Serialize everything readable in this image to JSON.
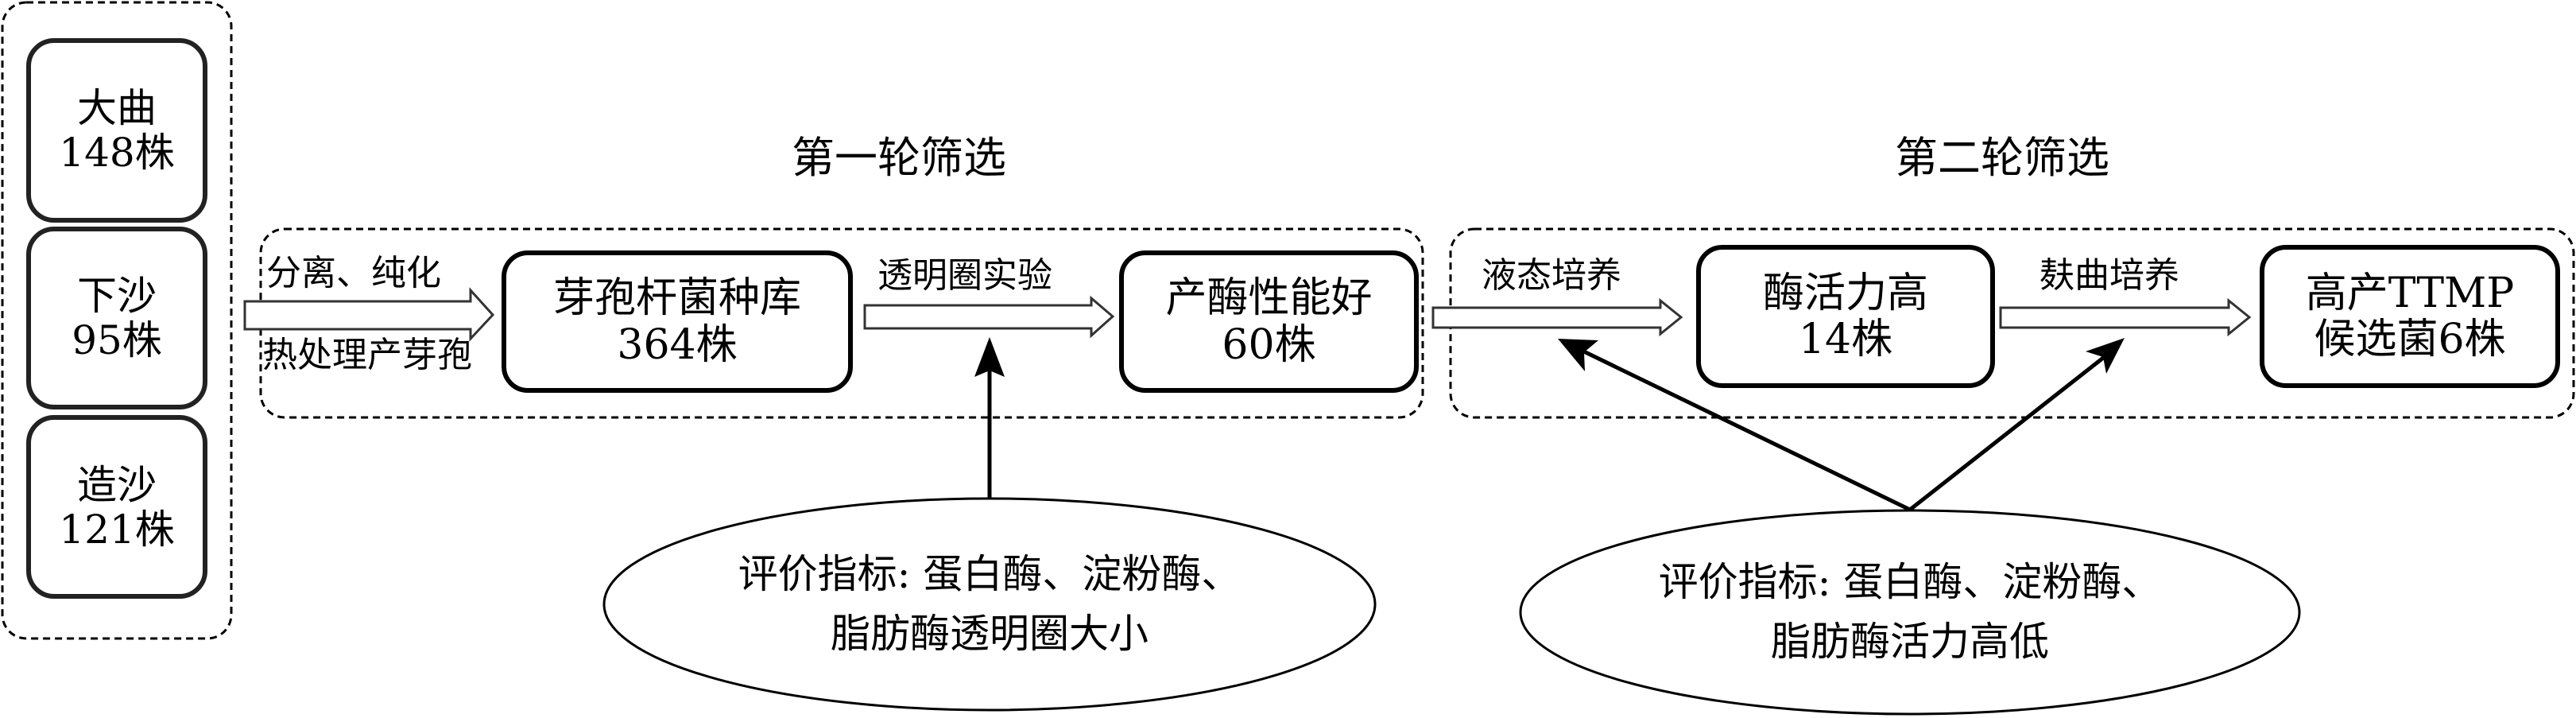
{
  "diagram": {
    "sources": [
      {
        "name": "大曲",
        "count": "148株"
      },
      {
        "name": "下沙",
        "count": "95株"
      },
      {
        "name": "造沙",
        "count": "121株"
      }
    ],
    "stages": [
      {
        "title": "第一轮筛选"
      },
      {
        "title": "第二轮筛选"
      }
    ],
    "edges": [
      {
        "top": "分离、纯化",
        "bottom": "热处理产芽孢"
      },
      {
        "top": "透明圈实验"
      },
      {
        "top": "液态培养"
      },
      {
        "top": "麸曲培养"
      }
    ],
    "nodes": [
      {
        "line1": "芽孢杆菌种库",
        "line2": "364株"
      },
      {
        "line1": "产酶性能好",
        "line2": "60株"
      },
      {
        "line1": "酶活力高",
        "line2": "14株"
      },
      {
        "line1": "高产TTMP",
        "line2": "候选菌6株"
      }
    ],
    "criteria": [
      {
        "line1": "评价指标: 蛋白酶、淀粉酶、",
        "line2": "脂肪酶透明圈大小"
      },
      {
        "line1": "评价指标: 蛋白酶、淀粉酶、",
        "line2": "脂肪酶活力高低"
      }
    ]
  }
}
